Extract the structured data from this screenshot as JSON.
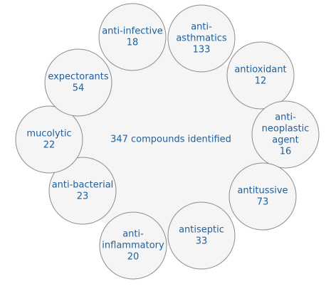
{
  "center": {
    "label": "347 compounds identified"
  },
  "categories": [
    {
      "lines": [
        "anti-infective"
      ],
      "count": "18"
    },
    {
      "lines": [
        "anti-",
        "asthmatics"
      ],
      "count": "133"
    },
    {
      "lines": [
        "antioxidant"
      ],
      "count": "12"
    },
    {
      "lines": [
        "anti-",
        "neoplastic",
        "agent"
      ],
      "count": "16"
    },
    {
      "lines": [
        "antitussive"
      ],
      "count": "73"
    },
    {
      "lines": [
        "antiseptic"
      ],
      "count": "33"
    },
    {
      "lines": [
        "anti-",
        "inflammatory"
      ],
      "count": "20"
    },
    {
      "lines": [
        "anti-bacterial"
      ],
      "count": "23"
    },
    {
      "lines": [
        "mucolytic"
      ],
      "count": "22"
    },
    {
      "lines": [
        "expectorants"
      ],
      "count": "54"
    }
  ],
  "colors": {
    "circle_fill": "#f5f5f5",
    "circle_stroke": "#8c8c8c",
    "text": "#1f5f9a"
  }
}
